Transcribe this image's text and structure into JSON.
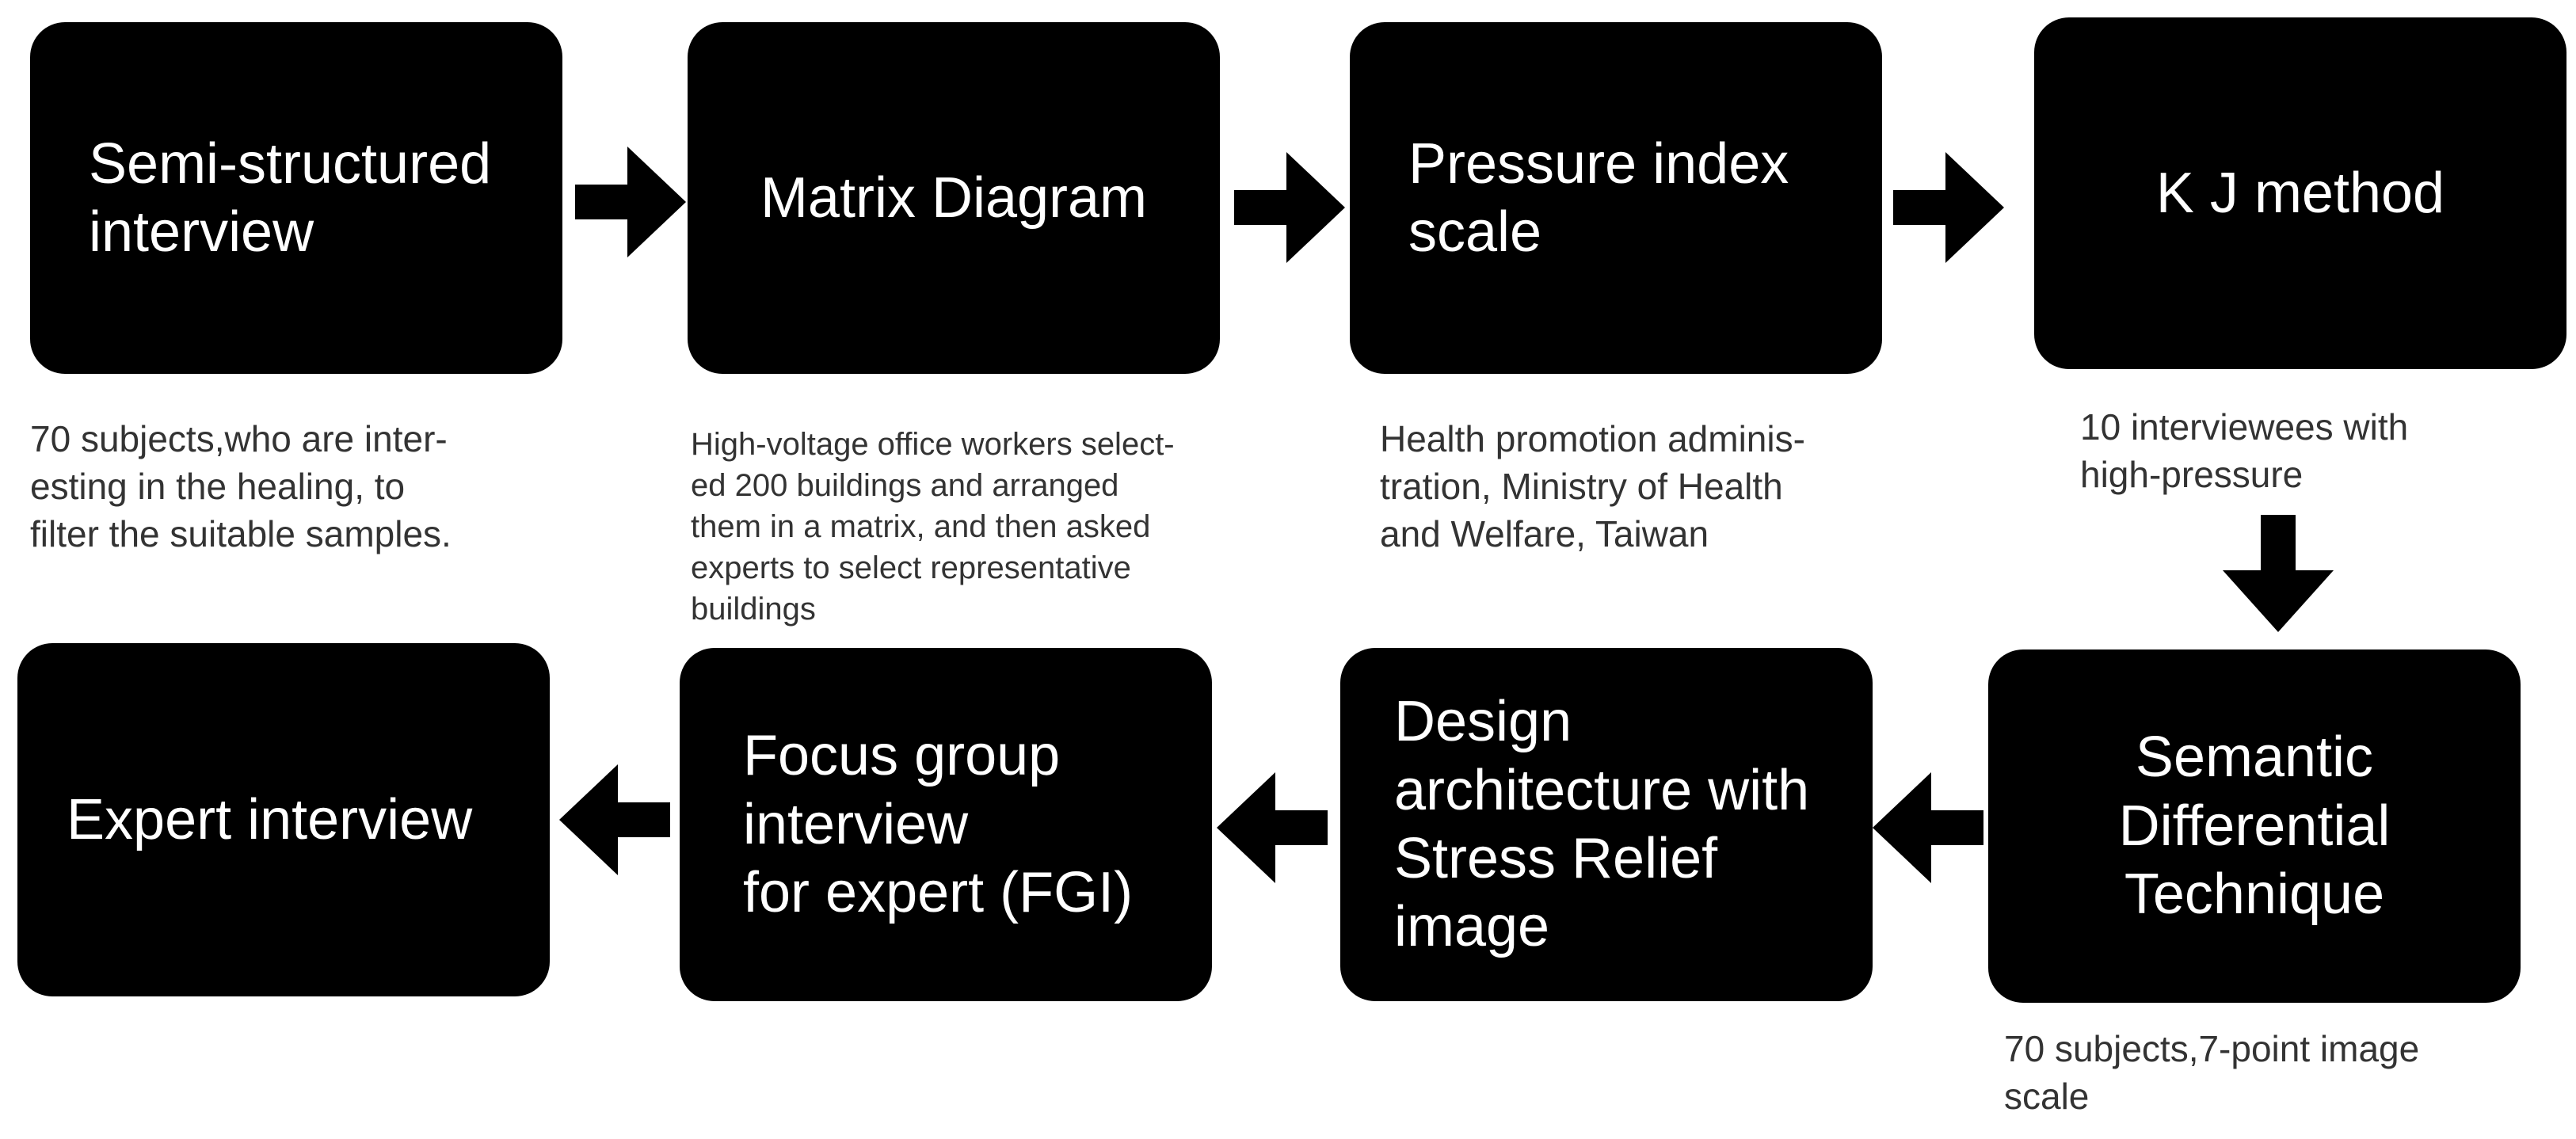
{
  "colors": {
    "box_fill": "#000000",
    "box_text": "#ffffff",
    "arrow": "#000000",
    "note_text": "#333333"
  },
  "steps": [
    {
      "label": "Semi-structured\ninterview",
      "note": "70 subjects,who are inter-\nesting in the healing, to\nfilter the suitable samples."
    },
    {
      "label": "Matrix Diagram",
      "note": "High-voltage office workers select-\ned 200 buildings and arranged\nthem in a matrix, and then asked\nexperts to select representative\nbuildings"
    },
    {
      "label": "Pressure index\nscale",
      "note": "Health promotion adminis-\ntration, Ministry of Health\nand Welfare, Taiwan"
    },
    {
      "label": "K J method",
      "note": "10 interviewees with\nhigh-pressure"
    },
    {
      "label": "Semantic\nDifferential\nTechnique",
      "note": "70 subjects,7-point image\nscale"
    },
    {
      "label": "Design\narchitecture with\nStress Relief\nimage"
    },
    {
      "label": "Focus group\ninterview\nfor expert (FGI)"
    },
    {
      "label": "Expert interview"
    }
  ]
}
